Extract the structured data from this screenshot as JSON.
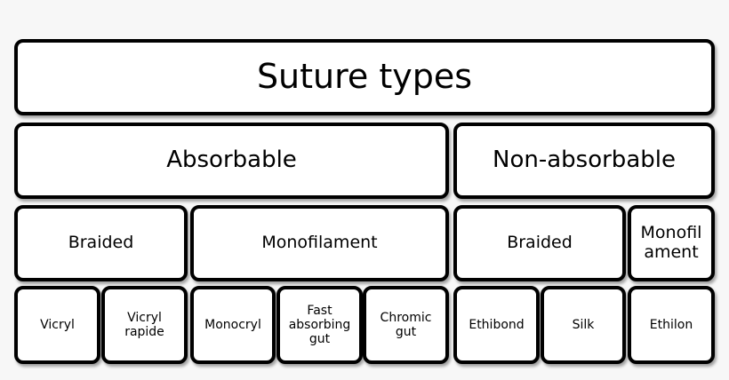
{
  "diagram": {
    "title": "Suture types",
    "categories": {
      "absorbable": "Absorbable",
      "non_absorbable": "Non-absorbable"
    },
    "subcategories": {
      "absorbable_braided": "Braided",
      "absorbable_monofilament": "Monofilament",
      "non_absorbable_braided": "Braided",
      "non_absorbable_monofilament": "Monofil\nament"
    },
    "items": {
      "vicryl": "Vicryl",
      "vicryl_rapide": "Vicryl\nrapide",
      "monocryl": "Monocryl",
      "fast_absorbing_gut": "Fast\nabsorbing\ngut",
      "chromic_gut": "Chromic\ngut",
      "ethibond": "Ethibond",
      "silk": "Silk",
      "ethilon": "Ethilon"
    },
    "colors": {
      "box_fill": "#ffffff",
      "box_border": "#000000",
      "background": "#f7f7f7"
    }
  }
}
